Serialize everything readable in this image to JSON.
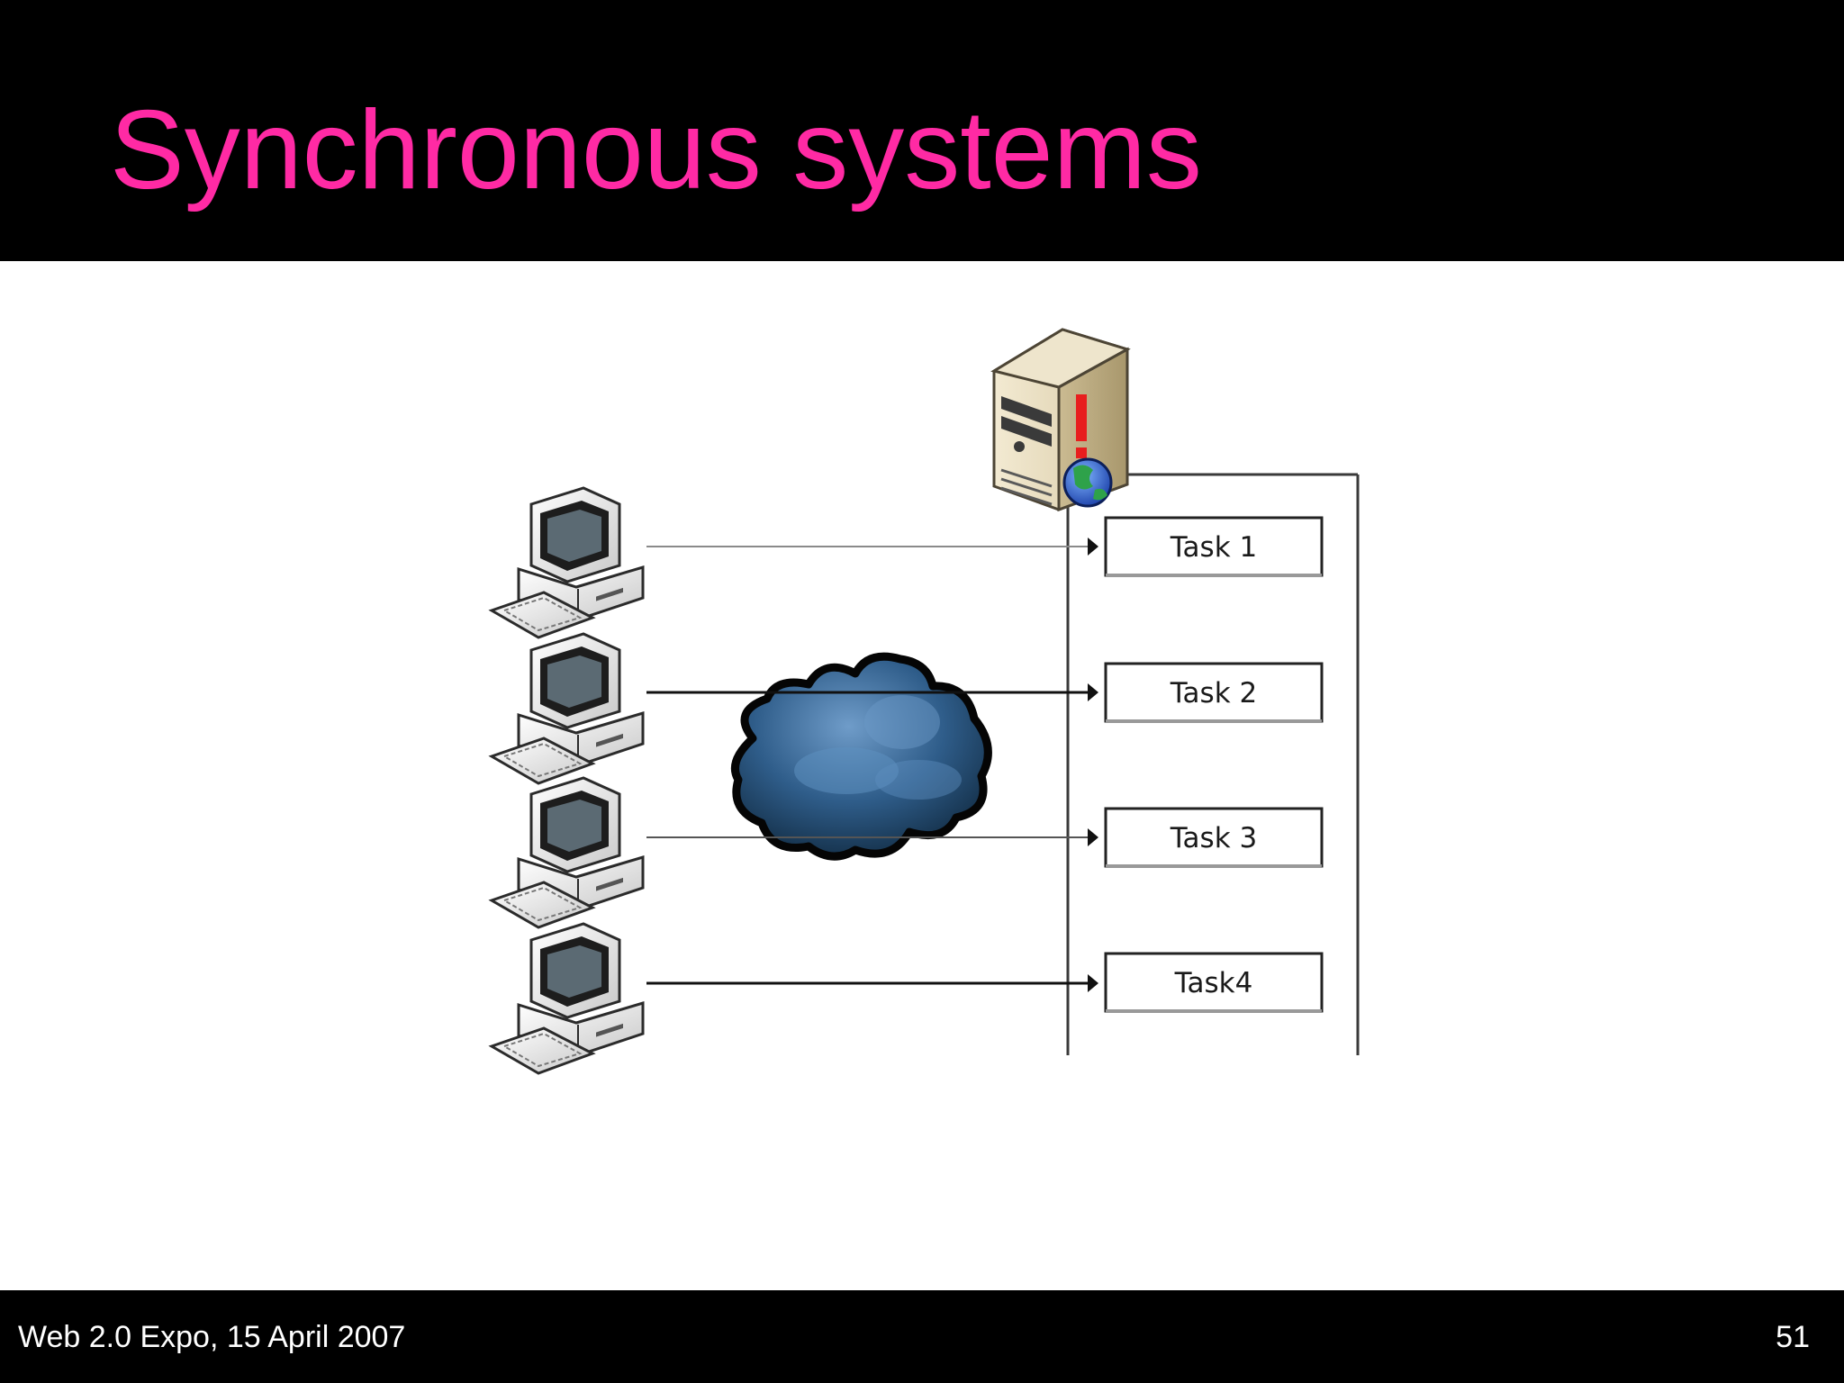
{
  "slide": {
    "title": "Synchronous systems",
    "footer_left": "Web 2.0 Expo, 15 April 2007",
    "page_number": "51"
  },
  "colors": {
    "title": "#ff2aa4",
    "bars": "#000000",
    "footer_text": "#ffffff",
    "cloud": "#2d5b86",
    "alert": "#e81e1e"
  },
  "diagram": {
    "icons": [
      "server-icon",
      "globe-icon",
      "alert-icon",
      "computer-icon",
      "cloud-icon",
      "arrow-icon"
    ],
    "tasks": [
      {
        "label": "Task 1"
      },
      {
        "label": "Task 2"
      },
      {
        "label": "Task 3"
      },
      {
        "label": "Task4"
      }
    ]
  }
}
